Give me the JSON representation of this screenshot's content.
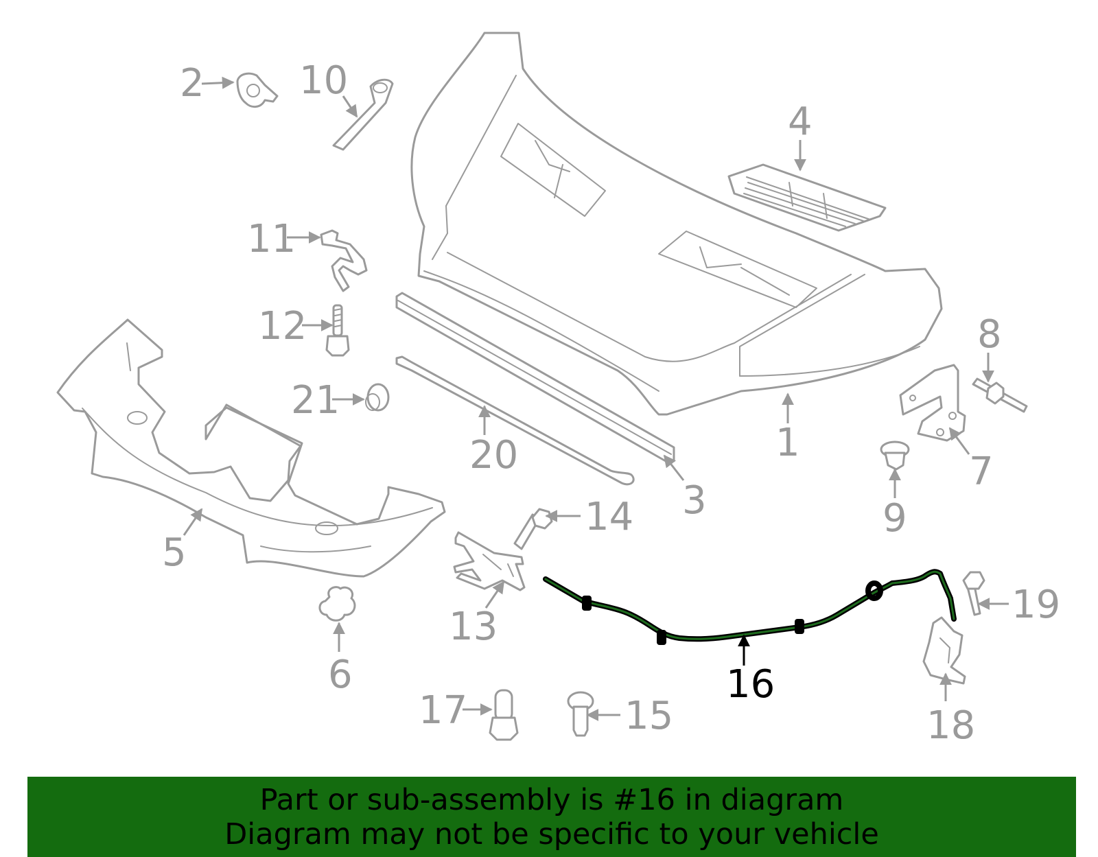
{
  "diagram": {
    "callouts": [
      {
        "id": "1",
        "label": "1"
      },
      {
        "id": "2",
        "label": "2"
      },
      {
        "id": "3",
        "label": "3"
      },
      {
        "id": "4",
        "label": "4"
      },
      {
        "id": "5",
        "label": "5"
      },
      {
        "id": "6",
        "label": "6"
      },
      {
        "id": "7",
        "label": "7"
      },
      {
        "id": "8",
        "label": "8"
      },
      {
        "id": "9",
        "label": "9"
      },
      {
        "id": "10",
        "label": "10"
      },
      {
        "id": "11",
        "label": "11"
      },
      {
        "id": "12",
        "label": "12"
      },
      {
        "id": "13",
        "label": "13"
      },
      {
        "id": "14",
        "label": "14"
      },
      {
        "id": "15",
        "label": "15"
      },
      {
        "id": "16",
        "label": "16"
      },
      {
        "id": "17",
        "label": "17"
      },
      {
        "id": "18",
        "label": "18"
      },
      {
        "id": "19",
        "label": "19"
      },
      {
        "id": "20",
        "label": "20"
      },
      {
        "id": "21",
        "label": "21"
      }
    ],
    "highlighted_part": "16",
    "colors": {
      "part_line": "#9a9a9a",
      "highlight_line": "#000000",
      "highlight_part": "#1e6b1e",
      "banner": "#146c0f"
    }
  },
  "banner": {
    "line1": "Part or sub-assembly is #16 in diagram",
    "line2": "Diagram may not be specific to your vehicle"
  }
}
